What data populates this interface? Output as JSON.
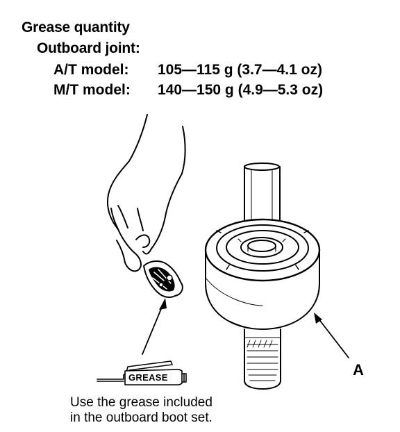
{
  "spec": {
    "title": "Grease quantity",
    "subtitle": "Outboard joint:",
    "rows": [
      {
        "label": "A/T model:",
        "value": "105—115 g (3.7—4.1 oz)"
      },
      {
        "label": "M/T model:",
        "value": "140—150 g (4.9—5.3 oz)"
      }
    ]
  },
  "tube_label": "GREASE",
  "callout": "A",
  "note_lines": [
    "Use the grease included",
    "in the outboard boot set."
  ]
}
